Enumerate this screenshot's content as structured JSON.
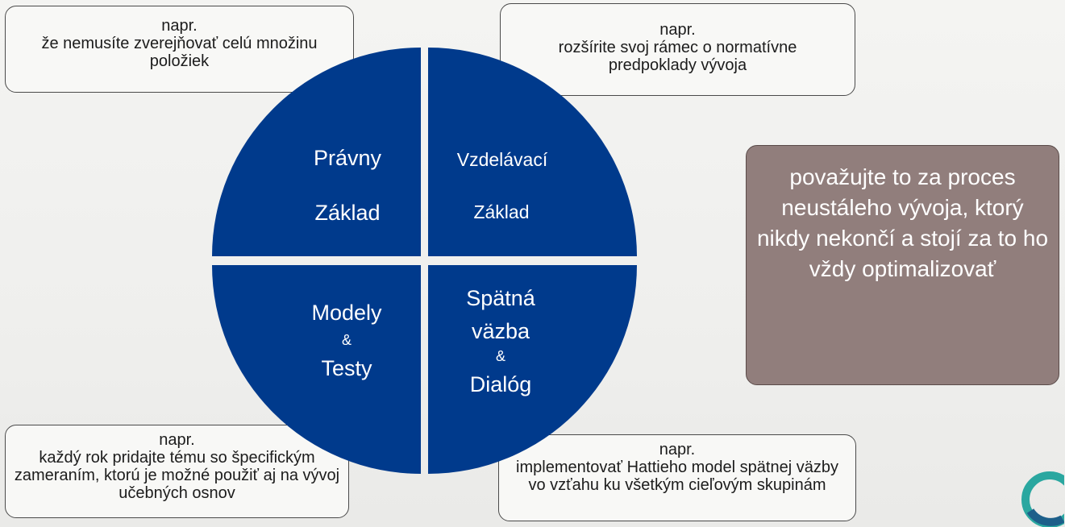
{
  "notes": {
    "top_left": {
      "lead": "napr.",
      "text": "že nemusíte zverejňovať celú množinu položiek"
    },
    "top_right": {
      "lead": "napr.",
      "text": "rozšírite svoj rámec o normatívne predpoklady vývoja"
    },
    "bottom_left": {
      "lead": "napr.",
      "text": "každý rok pridajte tému so špecifickým zameraním, ktorú je možné použiť aj na vývoj učebných osnov"
    },
    "bottom_right": {
      "lead": "napr.",
      "text": "implementovať Hattieho model spätnej väzby vo vzťahu ku všetkým cieľovým skupinám"
    }
  },
  "quadrants": {
    "top_left": {
      "line1": "Právny",
      "line2": "Základ"
    },
    "top_right": {
      "line1": "Vzdelávací",
      "line2": "Základ"
    },
    "bottom_left": {
      "line1": "Modely",
      "amp": "&",
      "line2": "Testy"
    },
    "bottom_right": {
      "line1": "Spätná",
      "line2": "väzba",
      "amp": "&",
      "line3": "Dialóg"
    }
  },
  "side_box": {
    "text": "považujte to za proces neustáleho vývoja, ktorý nikdy nekončí a stojí za to ho vždy optimalizovať"
  },
  "colors": {
    "quadrant_fill": "#003a8c",
    "side_box_fill": "#917e7c",
    "logo_teal": "#2aa7a0",
    "logo_blue": "#1d5f8a"
  }
}
